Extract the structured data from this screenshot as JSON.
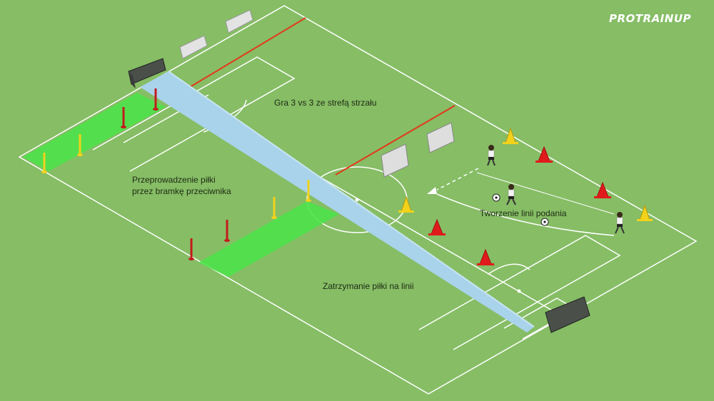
{
  "brand": {
    "logo_text": "PROTRAINUP"
  },
  "labels": {
    "zone_1": "Gra 3 vs 3 ze strefą strzału",
    "zone_2_line1": "Przeprowadzenie piłki",
    "zone_2_line2": "przez bramkę przeciwnika",
    "zone_3": "Tworzenie linii podania",
    "zone_4": "Zatrzymanie piłki na linii"
  },
  "colors": {
    "grass": "#86bd65",
    "lines": "#ffffff",
    "zone_green": "#4ee24a",
    "divider_red": "#e23a1c",
    "divider_blue": "#a9d3ea",
    "cone_red": "#e01b1b",
    "cone_yellow": "#f2d21a"
  },
  "icons": {
    "logo": "protrainup-logo",
    "goal": "goal-icon",
    "cone": "cone-icon",
    "pole": "pole-icon",
    "player": "player-icon",
    "ball": "ball-icon",
    "pass_arrow": "dashed-arrow-icon"
  }
}
